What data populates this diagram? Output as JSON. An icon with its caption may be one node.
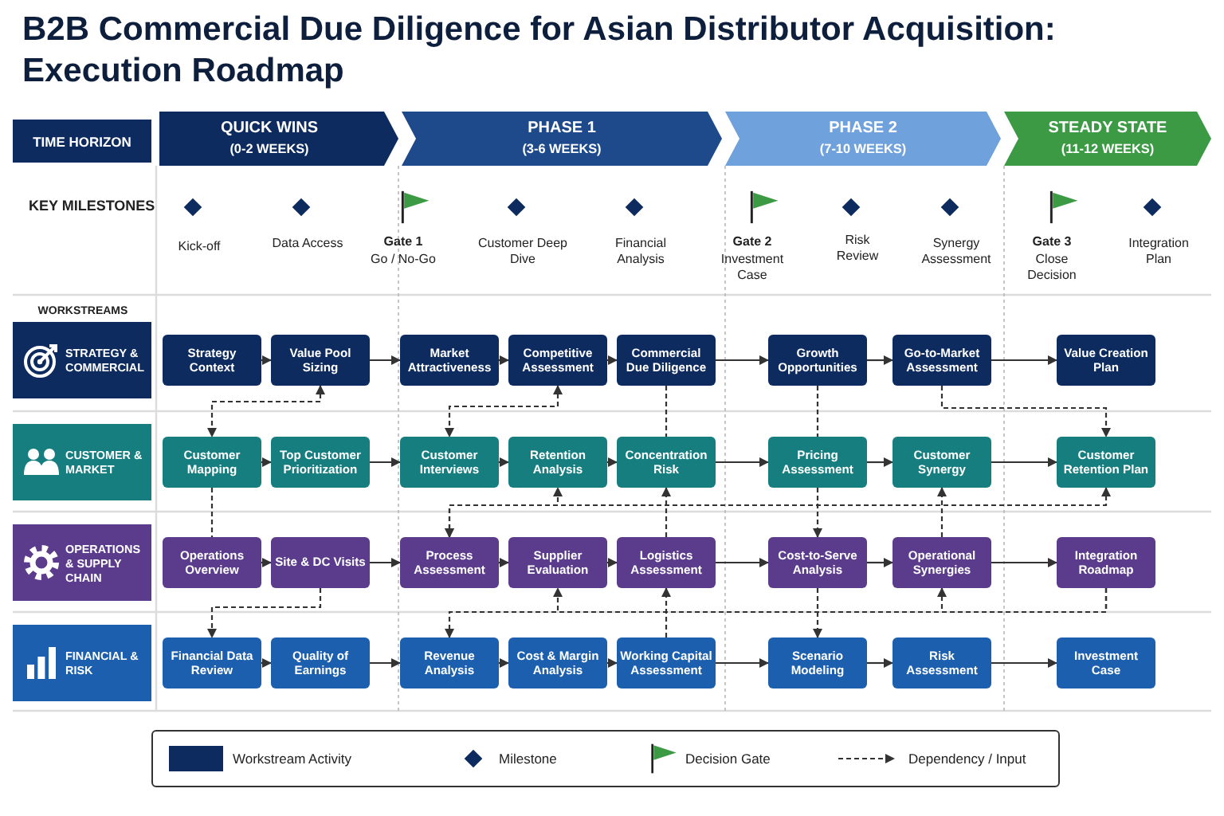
{
  "diagram": {
    "title": "B2B Commercial Due Diligence for Asian Distributor Acquisition: Execution Roadmap",
    "nodes": [
      {
        "text": [
          "TIME HORIZON"
        ]
      },
      {
        "text": [
          "QUICK WINS",
          "(0-2 WEEKS)"
        ]
      },
      {
        "text": [
          "PHASE 1",
          "(3-6 WEEKS)"
        ]
      },
      {
        "text": [
          "PHASE 2",
          "(7-10 WEEKS)"
        ]
      },
      {
        "text": [
          "STEADY STATE",
          "(11-12 WEEKS)"
        ]
      },
      {
        "text": [
          "STRATEGY & COMMERCIAL"
        ]
      },
      {
        "text": [
          "Strategy Context"
        ]
      },
      {
        "text": [
          "Value Pool Sizing"
        ]
      },
      {
        "text": [
          "Market Attractiveness"
        ]
      },
      {
        "text": [
          "Competitive Assessment"
        ]
      },
      {
        "text": [
          "Commercial Due Diligence"
        ]
      },
      {
        "text": [
          "Growth Opportunities"
        ]
      },
      {
        "text": [
          "Go-to-Market Assessment"
        ]
      },
      {
        "text": [
          "Value Creation Plan"
        ]
      },
      {
        "text": [
          "CUSTOMER & MARKET"
        ]
      },
      {
        "text": [
          "Customer Mapping"
        ]
      },
      {
        "text": [
          "Top Customer Prioritization"
        ]
      },
      {
        "text": [
          "Customer Interviews"
        ]
      },
      {
        "text": [
          "Retention Analysis"
        ]
      },
      {
        "text": [
          "Concentration Risk"
        ]
      },
      {
        "text": [
          "Pricing Assessment"
        ]
      },
      {
        "text": [
          "Customer Synergy"
        ]
      },
      {
        "text": [
          "Customer Retention Plan"
        ]
      },
      {
        "text": [
          "OPERATIONS & SUPPLY CHAIN"
        ]
      },
      {
        "text": [
          "Operations Overview"
        ]
      },
      {
        "text": [
          "Site & DC Visits"
        ]
      },
      {
        "text": [
          "Process Assessment"
        ]
      },
      {
        "text": [
          "Supplier Evaluation"
        ]
      },
      {
        "text": [
          "Logistics Assessment"
        ]
      },
      {
        "text": [
          "Cost-to-Serve Analysis"
        ]
      },
      {
        "text": [
          "Operational Synergies"
        ]
      },
      {
        "text": [
          "Integration Roadmap"
        ]
      },
      {
        "text": [
          "FINANCIAL & RISK"
        ]
      },
      {
        "text": [
          "Financial Data Review"
        ]
      },
      {
        "text": [
          "Quality of Earnings"
        ]
      },
      {
        "text": [
          "Revenue Analysis"
        ]
      },
      {
        "text": [
          "Cost & Margin Analysis"
        ]
      },
      {
        "text": [
          "Working Capital Assessment"
        ]
      },
      {
        "text": [
          "Scenario Modeling"
        ]
      },
      {
        "text": [
          "Risk Assessment"
        ]
      },
      {
        "text": [
          "Investment Case"
        ]
      }
    ],
    "edges": [
      {
        "from": 6,
        "to": 7,
        "arrow": "to"
      },
      {
        "from": 7,
        "to": 8,
        "arrow": "to"
      },
      {
        "from": 8,
        "to": 9,
        "arrow": "to"
      },
      {
        "from": 9,
        "to": 10,
        "arrow": "to"
      },
      {
        "from": 10,
        "to": 11,
        "arrow": "to"
      },
      {
        "from": 11,
        "to": 12,
        "arrow": "to"
      },
      {
        "from": 12,
        "to": 13,
        "arrow": "to"
      },
      {
        "from": 15,
        "to": 16,
        "arrow": "to"
      },
      {
        "from": 16,
        "to": 17,
        "arrow": "to"
      },
      {
        "from": 17,
        "to": 18,
        "arrow": "to"
      },
      {
        "from": 18,
        "to": 19,
        "arrow": "to"
      },
      {
        "from": 19,
        "to": 20,
        "arrow": "to"
      },
      {
        "from": 20,
        "to": 21,
        "arrow": "to"
      },
      {
        "from": 21,
        "to": 22,
        "arrow": "to"
      },
      {
        "from": 24,
        "to": 25,
        "arrow": "to"
      },
      {
        "from": 25,
        "to": 26,
        "arrow": "to"
      },
      {
        "from": 26,
        "to": 27,
        "arrow": "to"
      },
      {
        "from": 27,
        "to": 28,
        "arrow": "to"
      },
      {
        "from": 28,
        "to": 29,
        "arrow": "to"
      },
      {
        "from": 29,
        "to": 30,
        "arrow": "to"
      },
      {
        "from": 30,
        "to": 31,
        "arrow": "to"
      },
      {
        "from": 33,
        "to": 34,
        "arrow": "to"
      },
      {
        "from": 34,
        "to": 35,
        "arrow": "to"
      },
      {
        "from": 35,
        "to": 36,
        "arrow": "to"
      },
      {
        "from": 36,
        "to": 37,
        "arrow": "to"
      },
      {
        "from": 37,
        "to": 38,
        "arrow": "to"
      },
      {
        "from": 38,
        "to": 39,
        "arrow": "to"
      },
      {
        "from": 39,
        "to": 40,
        "arrow": "to"
      },
      {
        "from": 7,
        "to": 15,
        "arrow": "both",
        "style": "dashed"
      },
      {
        "from": 9,
        "to": 17,
        "arrow": "both",
        "style": "dashed"
      },
      {
        "from": 10,
        "to": 19,
        "arrow": "none",
        "style": "dashed"
      },
      {
        "from": 11,
        "to": 20,
        "arrow": "none",
        "style": "dashed"
      },
      {
        "from": 12,
        "to": 22,
        "arrow": "to",
        "style": "dashed"
      },
      {
        "from": 15,
        "to": 24,
        "arrow": "none",
        "style": "dashed"
      },
      {
        "from": 26,
        "to": 18,
        "arrow": "both",
        "style": "dashed"
      },
      {
        "from": 26,
        "to": 22,
        "arrow": "both",
        "style": "dashed"
      },
      {
        "from": 28,
        "to": 19,
        "arrow": "to",
        "style": "dashed"
      },
      {
        "from": 30,
        "to": 21,
        "arrow": "to",
        "style": "dashed"
      },
      {
        "from": 20,
        "to": 29,
        "arrow": "to",
        "style": "dashed"
      },
      {
        "from": 25,
        "to": 33,
        "arrow": "to",
        "style": "dashed"
      },
      {
        "from": 37,
        "to": 28,
        "arrow": "to",
        "style": "dashed"
      },
      {
        "from": 29,
        "to": 38,
        "arrow": "to",
        "style": "dashed"
      },
      {
        "from": 31,
        "to": 35,
        "arrow": "to",
        "style": "dashed"
      },
      {
        "from": 31,
        "to": 27,
        "arrow": "to",
        "style": "dashed"
      },
      {
        "from": 31,
        "to": 30,
        "arrow": "to",
        "style": "dashed"
      }
    ],
    "labels": [
      "KEY MILESTONES",
      "Kick-off",
      "Data Access",
      "Gate 1",
      "Go / No-Go",
      "Customer Deep Dive",
      "Financial Analysis",
      "Gate 2",
      "Investment Case",
      "Risk Review",
      "Synergy Assessment",
      "Gate 3",
      "Close Decision",
      "Integration Plan",
      "WORKSTREAMS"
    ],
    "legend": [
      {
        "text": "Workstream Activity",
        "color": "#0d2b5e"
      },
      {
        "text": "Milestone"
      },
      {
        "text": "Decision Gate"
      },
      {
        "text": "Dependency / Input"
      }
    ]
  }
}
